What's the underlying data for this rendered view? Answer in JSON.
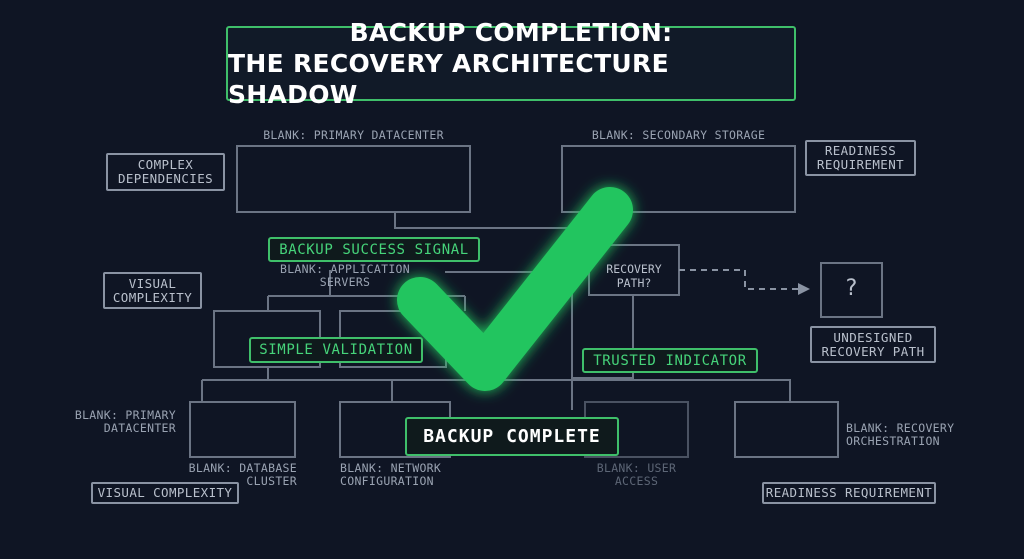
{
  "title": {
    "line1": "BACKUP COMPLETION:",
    "line2": "THE RECOVERY ARCHITECTURE SHADOW"
  },
  "labels": {
    "primary_datacenter_top": "BLANK: PRIMARY DATACENTER",
    "secondary_storage": "BLANK: SECONDARY STORAGE",
    "application_servers": [
      "BLANK: APPLICATION",
      "SERVERS"
    ],
    "primary_datacenter_left": [
      "BLANK: PRIMARY",
      "DATACENTER"
    ],
    "database_cluster": [
      "BLANK: DATABASE",
      "CLUSTER"
    ],
    "network_configuration": [
      "BLANK: NETWORK",
      "CONFIGURATION"
    ],
    "user_access": [
      "BLANK: USER",
      "ACCESS"
    ],
    "recovery_orchestration": [
      "BLANK: RECOVERY",
      "ORCHESTRATION"
    ]
  },
  "tags": {
    "complex_dependencies": [
      "COMPLEX",
      "DEPENDENCIES"
    ],
    "readiness_requirement_top": [
      "READINESS",
      "REQUIREMENT"
    ],
    "visual_complexity_mid": [
      "VISUAL",
      "COMPLEXITY"
    ],
    "undesigned_recovery_path": [
      "UNDESIGNED",
      "RECOVERY PATH"
    ],
    "visual_complexity_bottom": "VISUAL COMPLEXITY",
    "readiness_requirement_bottom": "READINESS REQUIREMENT"
  },
  "green_tags": {
    "backup_success_signal": "BACKUP SUCCESS SIGNAL",
    "simple_validation": "SIMPLE VALIDATION",
    "trusted_indicator": "TRUSTED INDICATOR",
    "backup_complete": "BACKUP COMPLETE"
  },
  "nodes": {
    "recovery_path": [
      "RECOVERY",
      "PATH?"
    ],
    "question_mark": "?"
  },
  "colors": {
    "background": "#0f1524",
    "accent_green": "#22c55e",
    "line_gray": "#6b7484"
  }
}
